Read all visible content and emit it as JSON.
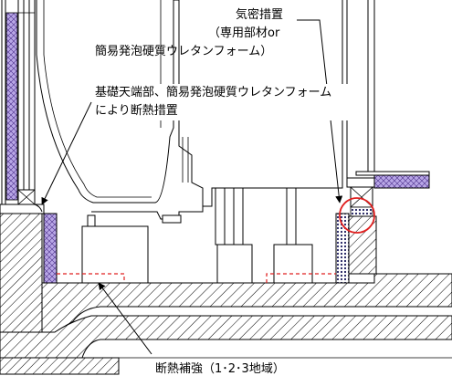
{
  "labels": {
    "airtight_line1": "気密措置",
    "airtight_line2": "（専用部材or",
    "airtight_line3": "簡易発泡硬質ウレタンフォーム）",
    "foundation_line1": "基礎天端部、簡易発泡硬質ウレタンフォーム",
    "foundation_line2": "により断熱措置",
    "reinforcement": "断熱補強（1･2･3地域）"
  },
  "colors": {
    "insulation_fill": "#b8a6e6",
    "insulation_dots": "#4b2e8a",
    "highlight_circle": "#e02020",
    "reinforcement_dash": "#e02020",
    "line": "#000000"
  }
}
